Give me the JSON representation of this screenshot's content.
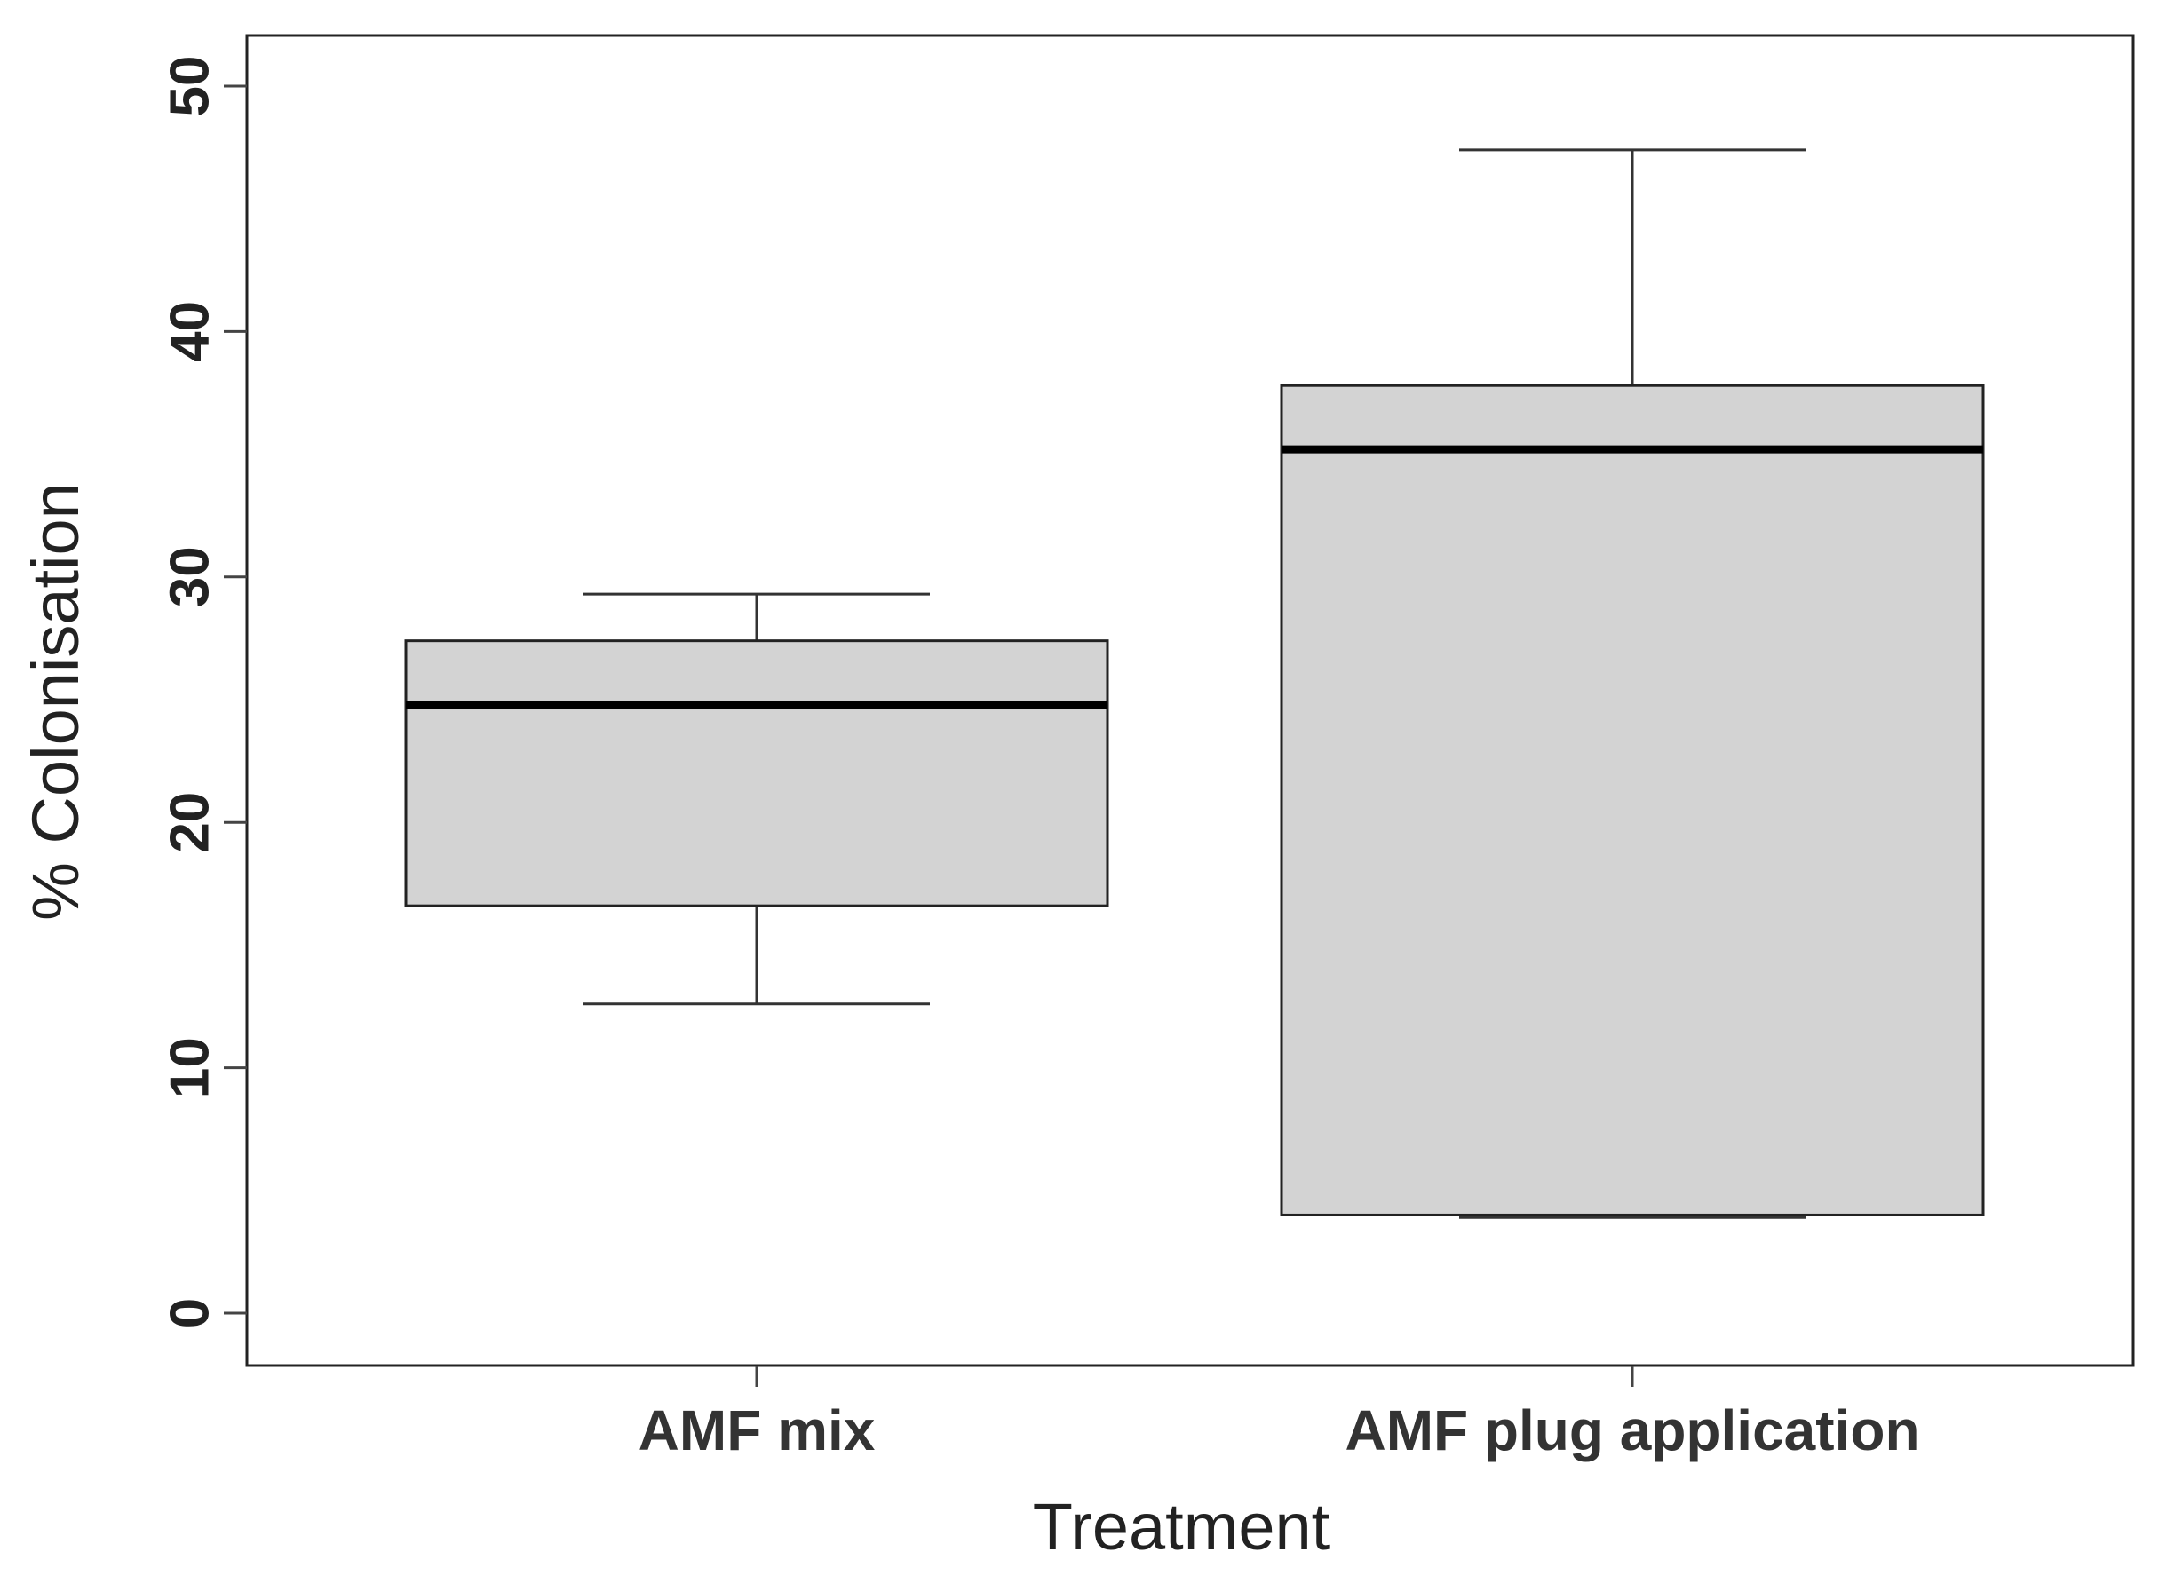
{
  "chart_data": {
    "type": "box",
    "xlabel": "Treatment",
    "ylabel": "% Colonisation",
    "ylim": [
      0,
      50
    ],
    "yticks": [
      0,
      10,
      20,
      30,
      40,
      50
    ],
    "grid": false,
    "legend": "none",
    "colors": {
      "box_fill": "#d3d3d3",
      "median": "#000000",
      "frame": "#222222"
    },
    "categories": [
      "AMF mix",
      "AMF plug application"
    ],
    "boxes": [
      {
        "category": "AMF mix",
        "whisker_low": 12.6,
        "q1": 16.6,
        "median": 24.8,
        "q3": 27.4,
        "whisker_high": 29.3
      },
      {
        "category": "AMF plug application",
        "whisker_low": 3.9,
        "q1": 4.0,
        "median": 35.2,
        "q3": 37.8,
        "whisker_high": 47.4
      }
    ]
  }
}
